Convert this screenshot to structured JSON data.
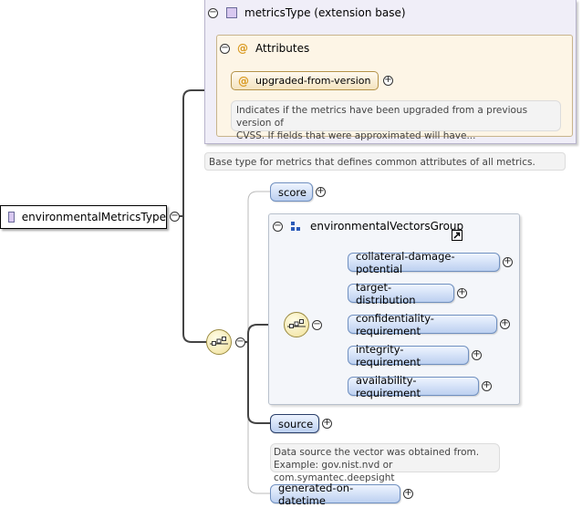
{
  "root": {
    "label": "environmentalMetricsType"
  },
  "extension": {
    "label": "metricsType (extension base)",
    "attributes_label": "Attributes",
    "attribute": {
      "name": "upgraded-from-version",
      "doc": [
        "Indicates if the metrics have been upgraded from a previous version of",
        "CVSS. If fields that were approximated will have..."
      ]
    },
    "doc": "Base type for metrics that defines common attributes of all metrics."
  },
  "elements": {
    "score": "score",
    "group": {
      "label": "environmentalVectorsGroup",
      "items": [
        "collateral-damage-potential",
        "target-distribution",
        "confidentiality-requirement",
        "integrity-requirement",
        "availability-requirement"
      ]
    },
    "source": {
      "label": "source",
      "doc": [
        "Data source the vector was obtained from.",
        "Example: gov.nist.nvd or com.symantec.deepsight"
      ]
    },
    "generated": "generated-on-datetime"
  },
  "icons": {
    "attribute": "at-sign-icon",
    "expand": "plus-circle-icon",
    "collapse": "minus-circle-icon",
    "sequence": "sequence-compositor-icon",
    "group": "group-icon",
    "type": "complex-type-icon",
    "link": "link-arrow-icon"
  },
  "colors": {
    "element_fill": "#bcd0f0",
    "attribute_fill": "#f4e3bf",
    "extension_panel": "#f0eef8",
    "sequence_fill": "#f0e098"
  }
}
